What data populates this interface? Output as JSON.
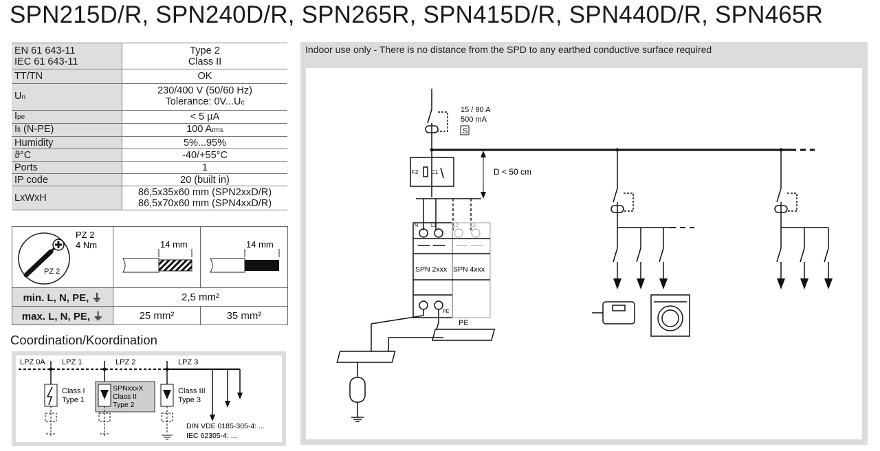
{
  "title": "SPN215D/R, SPN240D/R, SPN265R, SPN415D/R, SPN440D/R, SPN465R",
  "specs": [
    {
      "key": "EN 61 643-11",
      "key2": "IEC 61 643-11",
      "value": "Type 2",
      "value2": "Class II"
    },
    {
      "key": "TT/TN",
      "value": "OK"
    },
    {
      "key_main": "U",
      "key_sub": "n",
      "value": "230/400 V (50/60 Hz)",
      "value2_main": "Tolerance: 0V...U",
      "value2_sub": "c"
    },
    {
      "key_main": "I",
      "key_sub": "pe",
      "value": "< 5 µA"
    },
    {
      "key_main": "I",
      "key_sub": "fi",
      "key_rest": " (N-PE)",
      "value_main": "100 A",
      "value_sub": "rms"
    },
    {
      "key": "Humidity",
      "value": "5%...95%"
    },
    {
      "key": "ϑ°C",
      "value": "-40/+55°C"
    },
    {
      "key": "Ports",
      "value": "1"
    },
    {
      "key": "IP code",
      "value": "20 (built in)"
    },
    {
      "key": "LxWxH",
      "value": "86,5x35x60 mm (SPN2xxD/R)",
      "value2": "86,5x70x60 mm (SPN4xxD/R)"
    }
  ],
  "tools": {
    "driver_label": "PZ 2",
    "torque": "4 Nm",
    "screw_label": "PZ 2",
    "strip_length_1": "14 mm",
    "strip_length_2": "14 mm",
    "min_label": "min. L, N, PE,",
    "min_value": "2,5 mm²",
    "max_label": "max. L, N, PE,",
    "max_value_1": "25 mm²",
    "max_value_2": "35 mm²"
  },
  "coordination": {
    "heading": "Coordination/Koordination",
    "zones": [
      "LPZ 0A",
      "LPZ 1",
      "LPZ 2",
      "LPZ 3"
    ],
    "device1": [
      "Class I",
      "Type 1"
    ],
    "device2": [
      "SPNxxxX",
      "Class II",
      "Type 2"
    ],
    "device3": [
      "Class III",
      "Type 3"
    ],
    "standards": [
      "DIN VDE 0185-305-4: ...",
      "IEC 62305-4: ..."
    ]
  },
  "diagram": {
    "note": "Indoor use only - There is no distance from the SPD to any earthed conductive surface required",
    "rcd_lines": [
      "15 / 90 A",
      "500 mA",
      "S"
    ],
    "distance": "D < 50 cm",
    "fuse_label": "F2",
    "switch_label": "C1",
    "terminals": [
      "N",
      "L1",
      "L2",
      "L3"
    ],
    "module_2": "SPN 2xxx",
    "module_4": "SPN 4xxx",
    "pe_label": "PE",
    "pe_terminal_label": "PE"
  }
}
